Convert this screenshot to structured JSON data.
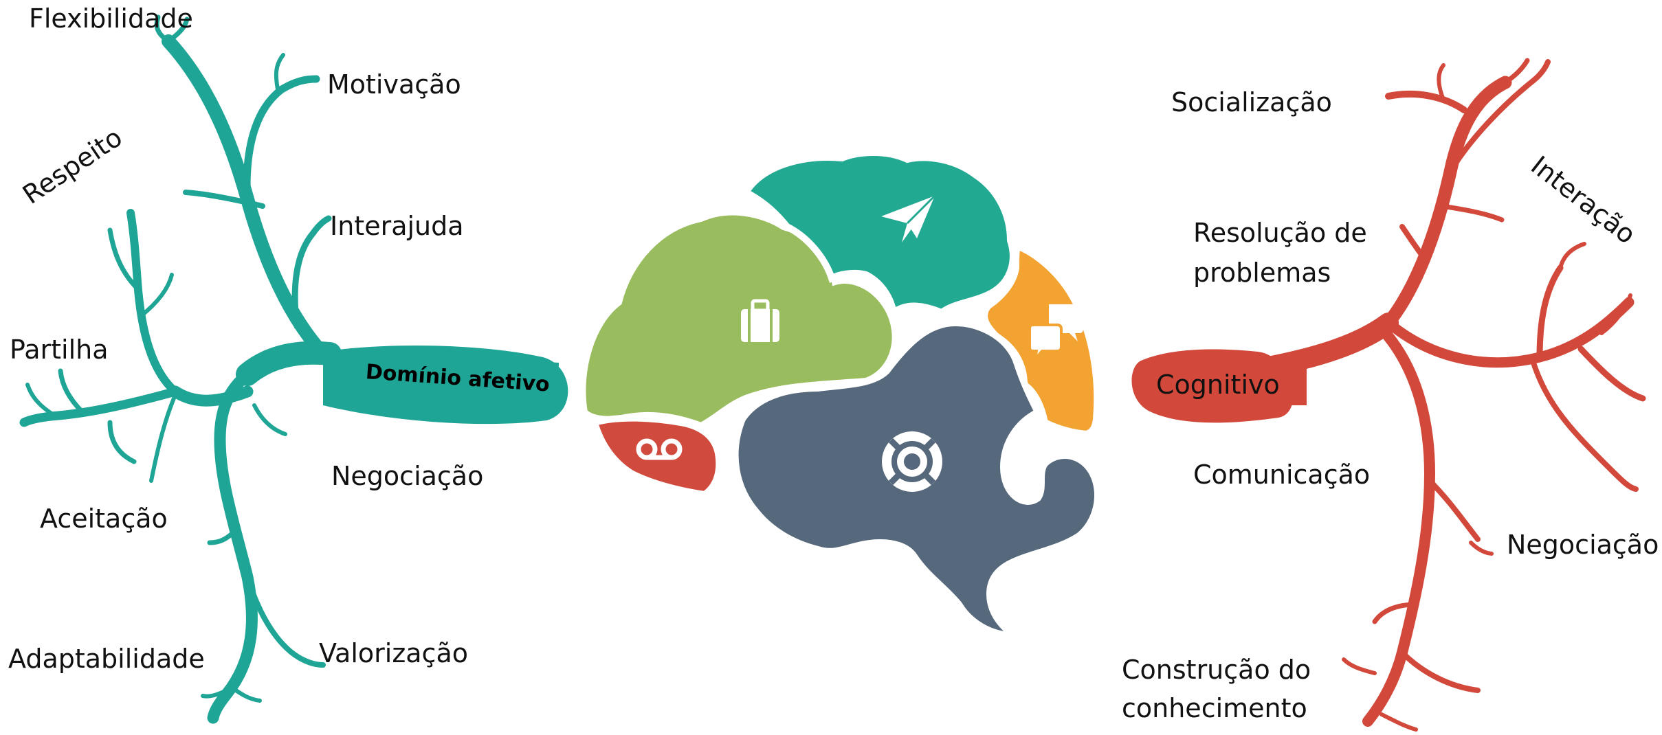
{
  "colors": {
    "teal": "#1fa595",
    "red": "#d2483a",
    "green": "#99bd5e",
    "dark_teal": "#22a992",
    "orange": "#f2a331",
    "slate": "#56687b",
    "brain_red": "#d04a3d"
  },
  "brain": {
    "icons": [
      "briefcase-icon",
      "paper-plane-icon",
      "chat-bubbles-icon",
      "voicemail-icon",
      "lifebuoy-icon"
    ]
  },
  "affective": {
    "center": "Domínio afetivo",
    "labels": {
      "flexibilidade": "Flexibilidade",
      "motivacao": "Motivação",
      "respeito": "Respeito",
      "interajuda": "Interajuda",
      "partilha": "Partilha",
      "negociacao": "Negociação",
      "aceitacao": "Aceitação",
      "adaptabilidade": "Adaptabilidade",
      "valorizacao": "Valorização"
    }
  },
  "cognitive": {
    "center": "Cognitivo",
    "labels": {
      "socializacao": "Socialização",
      "interacao": "Interação",
      "resolucao_1": "Resolução de",
      "resolucao_2": "problemas",
      "comunicacao": "Comunicação",
      "negociacao": "Negociação",
      "construcao_1": "Construção do",
      "construcao_2": "conhecimento"
    }
  }
}
